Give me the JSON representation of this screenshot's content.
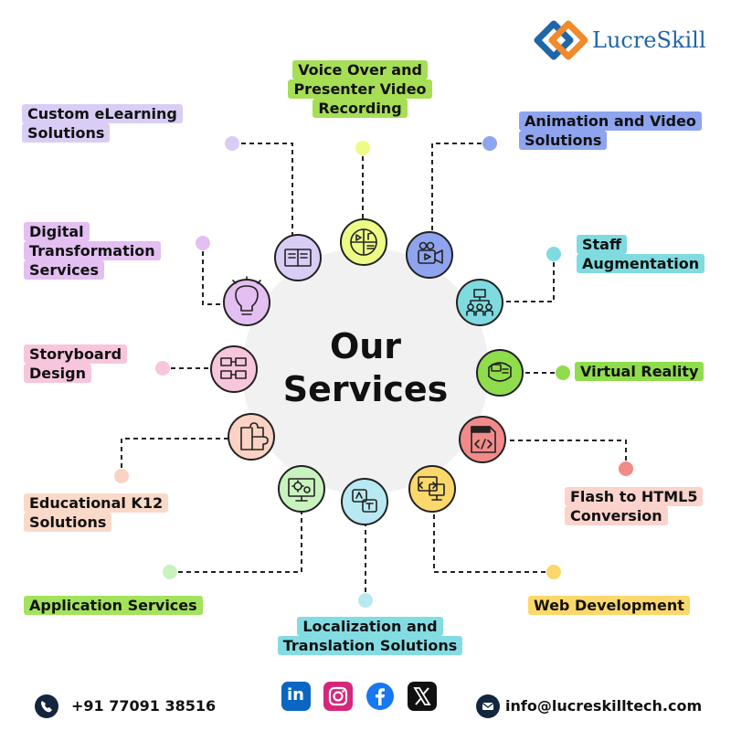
{
  "brand": {
    "name": "LucreSkill",
    "colors": {
      "blue": "#1f66a8",
      "orange": "#f08a2a"
    }
  },
  "center_title": "Our Services",
  "services": [
    {
      "id": "custom",
      "label": "Custom eLearning Solutions",
      "color": "#d9cdf6",
      "icon": "book-icon"
    },
    {
      "id": "voice",
      "label": "Voice Over and Presenter Video Recording",
      "color": "#a6de54",
      "icon": "media-board-icon"
    },
    {
      "id": "animation",
      "label": "Animation and Video Solutions",
      "color": "#8fa4ee",
      "icon": "video-camera-icon"
    },
    {
      "id": "staff",
      "label": "Staff Augmentation",
      "color": "#7fdbe0",
      "icon": "team-hierarchy-icon"
    },
    {
      "id": "vr",
      "label": "Virtual Reality",
      "color": "#8fdc4c",
      "icon": "vr-headset-icon"
    },
    {
      "id": "flash",
      "label": "Flash to HTML5 Conversion",
      "color": "#fbd3cc",
      "icon": "html-file-icon"
    },
    {
      "id": "web",
      "label": "Web Development",
      "color": "#fbd86b",
      "icon": "web-devices-icon"
    },
    {
      "id": "localization",
      "label": "Localization and Translation Solutions",
      "color": "#84dce3",
      "icon": "translation-icon"
    },
    {
      "id": "app",
      "label": "Application Services",
      "color": "#a3e35c",
      "icon": "gear-monitor-icon"
    },
    {
      "id": "k12",
      "label": "Educational K12 Solutions",
      "color": "#fbd9c8",
      "icon": "puzzle-icon"
    },
    {
      "id": "storyboard",
      "label": "Storyboard Design",
      "color": "#f7c6dd",
      "icon": "storyboard-icon"
    },
    {
      "id": "digital",
      "label": "Digital Transformation Services",
      "color": "#e3bff2",
      "icon": "lightbulb-icon"
    }
  ],
  "footer": {
    "phone": "+91 77091 38516",
    "email": "info@lucreskilltech.com",
    "social": [
      "linkedin-icon",
      "instagram-icon",
      "facebook-icon",
      "x-icon"
    ]
  }
}
